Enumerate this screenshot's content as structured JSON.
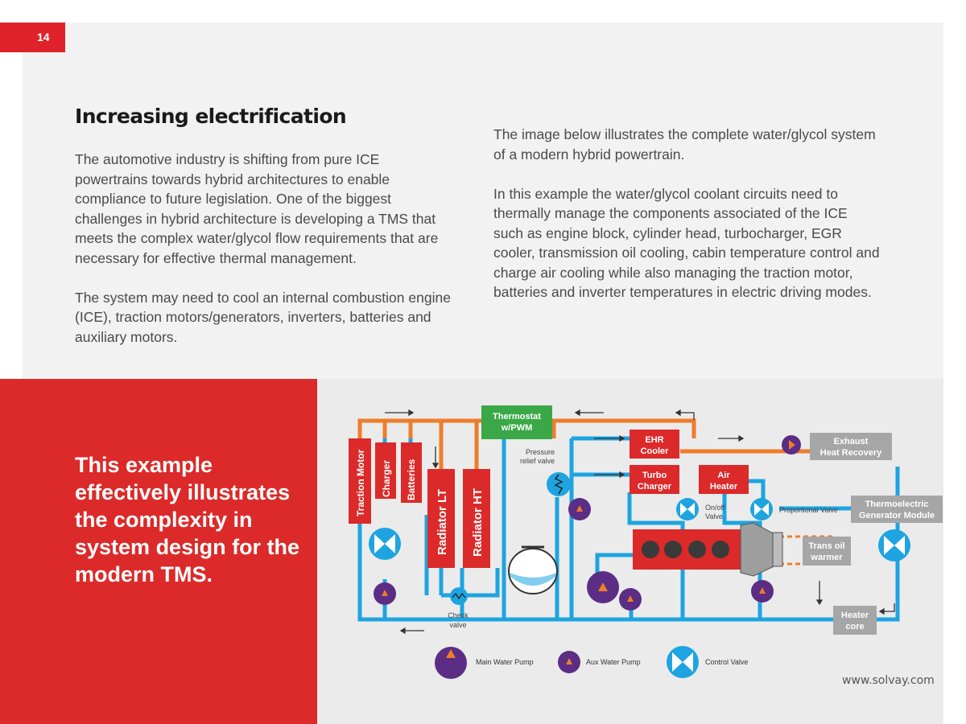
{
  "page_number": "14",
  "heading": "Increasing electrification",
  "left_paragraphs": [
    "The automotive industry is shifting from pure ICE powertrains towards hybrid architectures to enable compliance to future legislation. One of the biggest challenges in hybrid architecture is developing a TMS that meets the complex water/glycol flow requirements that are necessary for effective thermal management.",
    "The system may need to cool an internal combustion engine (ICE), traction motors/generators, inverters, batteries and auxiliary motors."
  ],
  "right_paragraphs": [
    "The image below illustrates the complete water/glycol system of a modern hybrid powertrain.",
    "In this example the water/glycol coolant circuits need to thermally manage the components associated of the ICE such as engine block, cylinder head, turbocharger, EGR cooler, transmission oil cooling, cabin temperature control and charge air cooling while also managing the traction motor, batteries and inverter temperatures in electric driving modes."
  ],
  "callout": "This example effectively illustrates the complexity in system design for the modern TMS.",
  "diagram": {
    "traction_motor": "Traction Motor",
    "charger": "Charger",
    "batteries": "Batteries",
    "radiator_lt": "Radiator LT",
    "radiator_ht": "Radiator HT",
    "thermostat_l1": "Thermostat",
    "thermostat_l2": "w/PWM",
    "pressure_l1": "Pressure",
    "pressure_l2": "relief valve",
    "ehr_l1": "EHR",
    "ehr_l2": "Cooler",
    "turbo_l1": "Turbo",
    "turbo_l2": "Charger",
    "air_l1": "Air",
    "air_l2": "Heater",
    "onoff_l1": "On/off",
    "onoff_l2": "Valve",
    "proportional_valve": "Proportional Valve",
    "exhaust_l1": "Exhaust",
    "exhaust_l2": "Heat Recovery",
    "teg_l1": "Thermoelectric",
    "teg_l2": "Generator Module",
    "trans_l1": "Trans oil",
    "trans_l2": "warmer",
    "heater_l1": "Heater",
    "heater_l2": "core",
    "check_l1": "Check",
    "check_l2": "valve"
  },
  "legend": {
    "main_pump": "Main Water Pump",
    "aux_pump": "Aux Water Pump",
    "control_valve": "Control Valve"
  },
  "website": "www.solvay.com",
  "colors": {
    "red": "#db2a29",
    "blue_pipe": "#1ea4e0",
    "orange_pipe": "#ee7d2a",
    "green": "#3aa847",
    "purple": "#5b2d84",
    "grey_box": "#a6a6a6"
  }
}
